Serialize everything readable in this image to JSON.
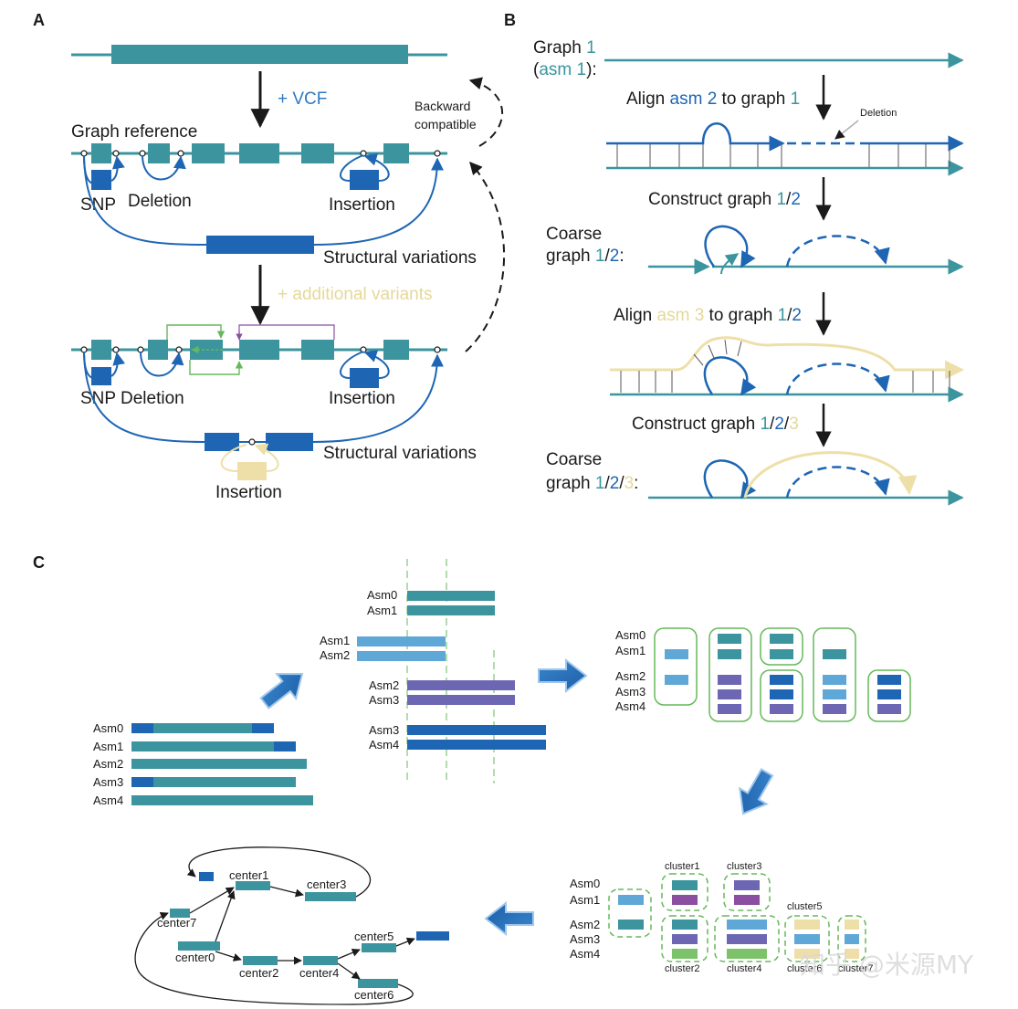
{
  "colors": {
    "teal": "#3b949e",
    "blue": "#1e66b4",
    "light_blue": "#5fa7d6",
    "purple": "#6d67b3",
    "yellow": "#eedfa8",
    "green": "#7cc26b",
    "box_green": "#67b85c",
    "dark": "#1a1a1a",
    "accent_blue_text": "#2d7bbf"
  },
  "panel_a": {
    "label": "A",
    "vcf_label": "+ VCF",
    "graph_reference": "Graph reference",
    "snp": "SNP",
    "deletion": "Deletion",
    "insertion": "Insertion",
    "structural_variations": "Structural variations",
    "additional_variants": "+ additional variants",
    "backward_line1": "Backward",
    "backward_line2": "compatible",
    "snp_deletion": "SNP Deletion",
    "insertion2": "Insertion",
    "structural_variations2": "Structural variations",
    "insertion3": "Insertion"
  },
  "panel_b": {
    "label": "B",
    "graph1_a": "Graph ",
    "graph1_b": "1",
    "asm1_a": "(",
    "asm1_b": "asm 1",
    "asm1_c": "):",
    "align2_a": "Align ",
    "align2_b": "asm 2",
    "align2_c": " to graph ",
    "align2_d": "1",
    "deletion": "Deletion",
    "construct12_a": "Construct graph ",
    "construct12_b": "1",
    "construct12_c": "/",
    "construct12_d": "2",
    "coarse12_l1": "Coarse",
    "coarse12_a": "graph ",
    "coarse12_b": "1",
    "coarse12_c": "/",
    "coarse12_d": "2",
    "coarse12_e": ":",
    "align3_a": "Align ",
    "align3_b": "asm 3",
    "align3_c": " to graph ",
    "align3_d": "1",
    "align3_e": "/",
    "align3_f": "2",
    "construct123_a": "Construct  graph ",
    "construct123_b": "1",
    "construct123_c": "/",
    "construct123_d": "2",
    "construct123_e": "/",
    "construct123_f": "3",
    "coarse123_l1": "Coarse",
    "coarse123_a": "graph ",
    "coarse123_b": "1",
    "coarse123_c": "/",
    "coarse123_d": "2",
    "coarse123_e": "/",
    "coarse123_f": "3",
    "coarse123_g": ":"
  },
  "panel_c": {
    "label": "C",
    "step1_labels": [
      "Asm0",
      "Asm1",
      "Asm2",
      "Asm3",
      "Asm4"
    ],
    "step2_group1": [
      "Asm0",
      "Asm1"
    ],
    "step2_group2": [
      "Asm1",
      "Asm2"
    ],
    "step2_group3": [
      "Asm2",
      "Asm3"
    ],
    "step2_group4": [
      "Asm3",
      "Asm4"
    ],
    "step3_labels": [
      "Asm0",
      "Asm1",
      "Asm2",
      "Asm3",
      "Asm4"
    ],
    "step4_labels": [
      "Asm0",
      "Asm1",
      "Asm2",
      "Asm3",
      "Asm4"
    ],
    "clusters": [
      "cluster1",
      "cluster2",
      "cluster3",
      "cluster4",
      "cluster5",
      "cluster6",
      "cluster7"
    ],
    "centers": [
      "center0",
      "center1",
      "center2",
      "center3",
      "center4",
      "center5",
      "center6",
      "center7"
    ]
  },
  "watermark": "知乎 @米源MY"
}
